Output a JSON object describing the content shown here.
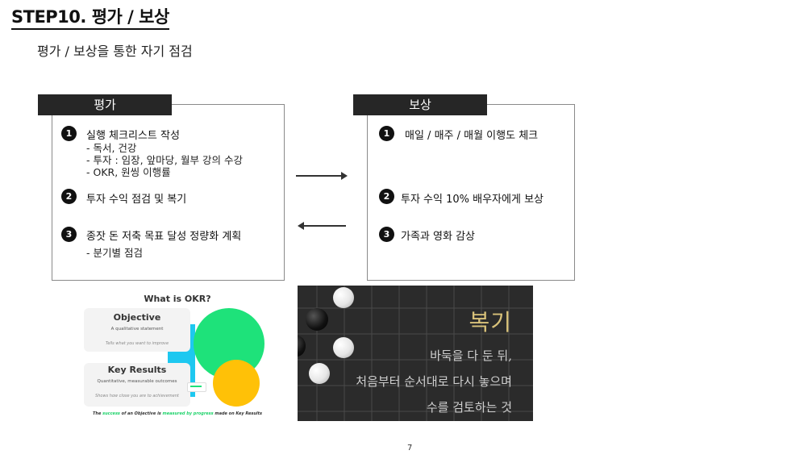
{
  "header": {
    "step_title": "STEP10. 평가 /  보상",
    "subtitle": "평가 / 보상을 통한 자기 점검"
  },
  "evaluation": {
    "tab_label": "평가",
    "items": [
      {
        "number": "1",
        "text": "실행 체크리스트 작성",
        "sub": [
          "- 독서, 건강",
          "- 투자 : 임장, 앞마당, 월부 강의 수강",
          "- OKR, 원씽 이행률"
        ]
      },
      {
        "number": "2",
        "text": "투자 수익 점검 및 복기"
      },
      {
        "number": "3",
        "text": "종잣 돈 저축 목표 달성 정량화 계획",
        "sub": [
          "- 분기별 점검"
        ]
      }
    ]
  },
  "reward": {
    "tab_label": "보상",
    "items": [
      {
        "number": "1",
        "text": "매일 / 매주 / 매월 이행도 체크"
      },
      {
        "number": "2",
        "text": "투자 수익 10% 배우자에게 보상"
      },
      {
        "number": "3",
        "text": "가족과 영화 감상"
      }
    ]
  },
  "okr_image": {
    "title": "What is OKR?",
    "objective_heading": "Objective",
    "objective_sub": "A qualitative statement",
    "objective_hint": "Tells what you want to improve",
    "kr_heading": "Key Results",
    "kr_sub": "Quantitative, measurable outcomes",
    "kr_hint": "Shows how close you are to achievement",
    "footer_a": "The ",
    "footer_b": "success",
    "footer_c": " of an Objective is ",
    "footer_d": "measured by progress",
    "footer_e": " made on Key Results",
    "colors": {
      "green": "#1ee27a",
      "yellow": "#ffc107",
      "cyan": "#1ec8f0"
    }
  },
  "baduk_image": {
    "title": "복기",
    "lines": [
      "바둑을 다 둔 뒤,",
      "처음부터 순서대로 다시 놓으며",
      "수를 검토하는 것"
    ]
  },
  "page_number": "7"
}
